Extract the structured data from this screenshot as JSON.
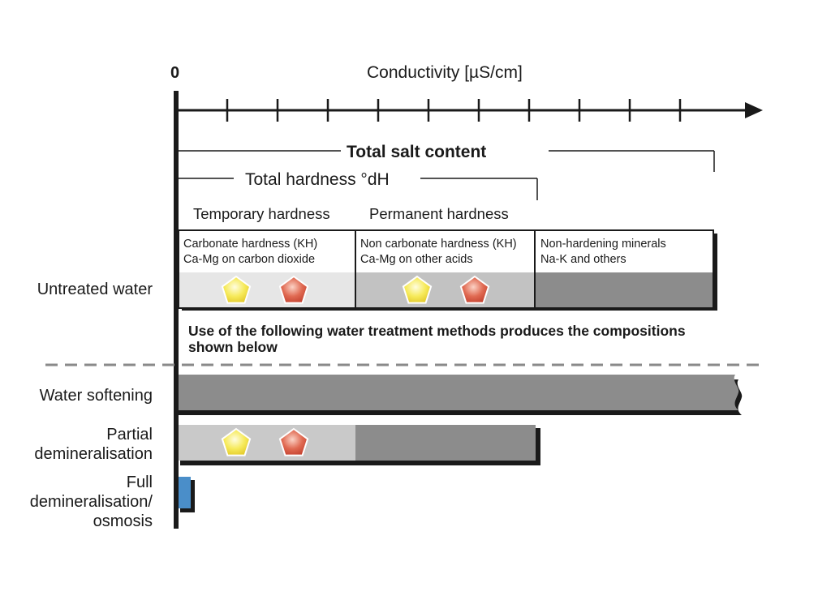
{
  "axis": {
    "zero_label": "0",
    "title": "Conductivity [µS/cm]"
  },
  "brackets": {
    "total_salt": "Total salt content",
    "total_hardness": "Total hardness °dH"
  },
  "sections": {
    "temporary": "Temporary hardness",
    "permanent": "Permanent hardness"
  },
  "columns": {
    "col1_line1": "Carbonate hardness (KH)",
    "col1_line2": "Ca-Mg on carbon dioxide",
    "col2_line1": "Non carbonate hardness (KH)",
    "col2_line2": "Ca-Mg on other acids",
    "col3_line1": "Non-hardening minerals",
    "col3_line2": "Na-K and others"
  },
  "rows": {
    "untreated": "Untreated water",
    "softening": "Water softening",
    "partial_line1": "Partial",
    "partial_line2": "demineralisation",
    "full_line1": "Full",
    "full_line2": "demineralisation/",
    "full_line3": "osmosis"
  },
  "note": {
    "line1": "Use of the following water treatment methods produces the compositions",
    "line2": "shown below"
  },
  "colors": {
    "axis": "#1a1a1a",
    "light_gray": "#e6e6e6",
    "mid_gray": "#c2c2c2",
    "dark_gray": "#8c8c8c",
    "yellow": "#f3e23c",
    "red": "#d9533e",
    "blue": "#4a8ec9",
    "dash": "#8a8a8a"
  }
}
